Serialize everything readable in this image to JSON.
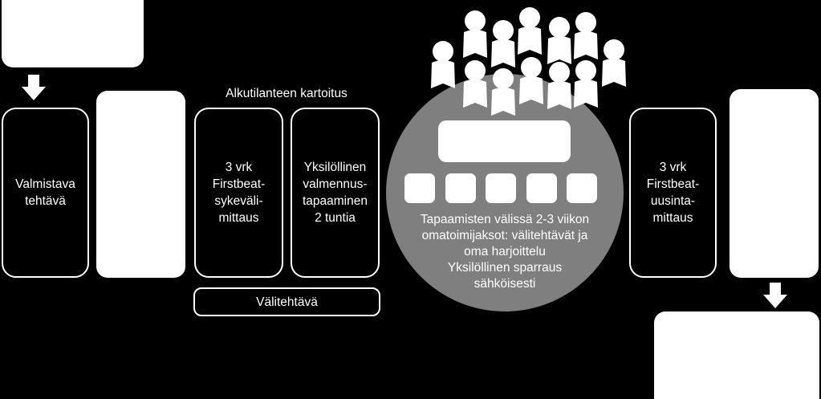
{
  "colors": {
    "background": "#000000",
    "box_border": "#ffffff",
    "white_fill": "#ffffff",
    "circle_fill": "#7f7f7f"
  },
  "heading": "Alkutilanteen kartoitus",
  "boxes": {
    "valmistava": "Valmistava\ntehtävä",
    "firstbeat_1": "3 vrk\nFirstbeat-\nsykeväli-\nmittaus",
    "yksilollinen": "Yksilöllinen\nvalmennus-\ntapaaminen\n2 tuntia",
    "valitehtava": "Välitehtävä",
    "firstbeat_2": "3 vrk\nFirstbeat-\nuusinta-\nmittaus"
  },
  "circle_text": "Tapaamisten välissä 2-3 viikon\nomatoimijaksot: välitehtävät ja\noma harjoittelu\nYksilöllinen sparraus\nsähköisesti",
  "icons": [
    "down-arrow-icon",
    "people-group-icon"
  ]
}
